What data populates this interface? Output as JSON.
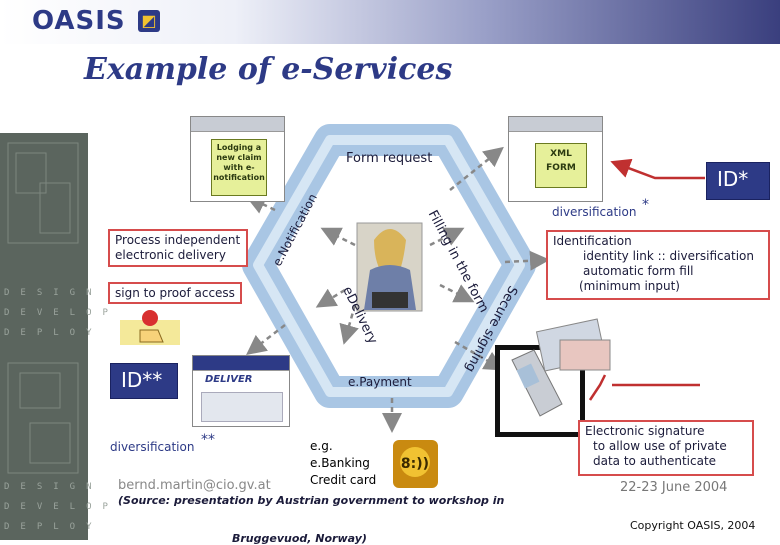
{
  "header": {
    "logo_text": "OASIS"
  },
  "title": "Example of e-Services",
  "sidebar": {
    "labels": [
      "DESIGN",
      "DEVELOP",
      "DEPLOY",
      "DESIGN",
      "DEVELOP",
      "DEPLOY"
    ]
  },
  "cycle": {
    "form_request": "Form request",
    "filling": "Filling in the form",
    "secure_signing": "Secure signing",
    "epayment": "e.Payment",
    "edelivery": "eDelivery",
    "enotification": "e.Notification"
  },
  "boxes": {
    "process_independent": "Process independent electronic delivery",
    "sign_to_proof": "sign to proof access",
    "identification_title": "Identification",
    "identification_line1": "identity link :: diversification",
    "identification_line2": "automatic form fill",
    "identification_line3": "(minimum input)",
    "esig_line1": "Electronic signature",
    "esig_line2": "to allow use of private",
    "esig_line3": "data to authenticate"
  },
  "ids": {
    "id_star": "ID*",
    "id_double_star": "ID**"
  },
  "diversification": {
    "top_label": "diversification",
    "top_mark": "*",
    "bottom_label": "diversification",
    "bottom_mark": "**"
  },
  "screens": {
    "lodging_text": "Lodging a new claim with e-notification",
    "xml_text": "XML FORM",
    "deliver_text": "DELIVER"
  },
  "payment_note": {
    "line1": "e.g.",
    "line2": "e.Banking",
    "line3": "Credit card"
  },
  "footer": {
    "email": "bernd.martin@cio.gv.at",
    "date": "22-23 June 2004",
    "source": "(Source: presentation by Austrian government to workshop in",
    "source_cut": "Bruggevuod, Norway)",
    "copyright": "Copyright OASIS, 2004"
  },
  "colors": {
    "brand_blue": "#2d3a86",
    "ring_blue": "#a9c6e4",
    "alert_red": "#d64c4c"
  }
}
